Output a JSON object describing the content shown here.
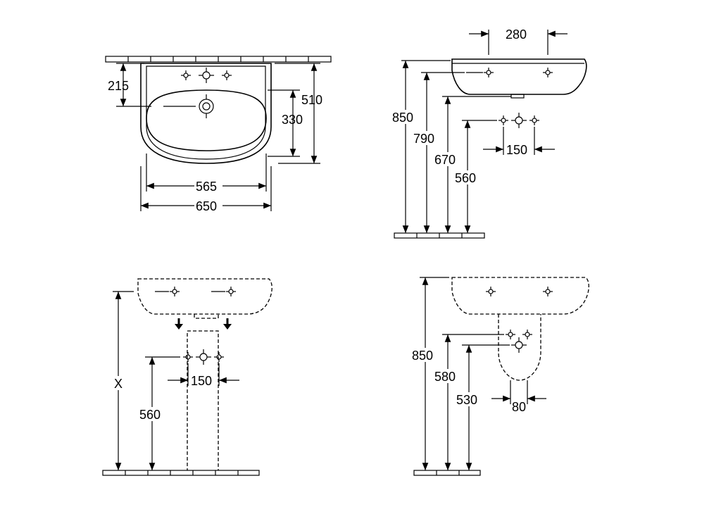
{
  "views": {
    "front": {
      "dims": {
        "rim_depth": "215",
        "height": "510",
        "bowl_depth": "330",
        "bowl_width": "565",
        "total_width": "650"
      }
    },
    "side": {
      "dims": {
        "top_width": "280",
        "h_850": "850",
        "h_790": "790",
        "h_670": "670",
        "h_560": "560",
        "tap_spacing": "150"
      }
    },
    "pedestal": {
      "dims": {
        "x_height": "X",
        "outlet_height": "560",
        "tap_spacing": "150"
      }
    },
    "semi_pedestal": {
      "dims": {
        "h_850": "850",
        "h_580": "580",
        "h_530": "530",
        "spacing": "80"
      }
    }
  }
}
